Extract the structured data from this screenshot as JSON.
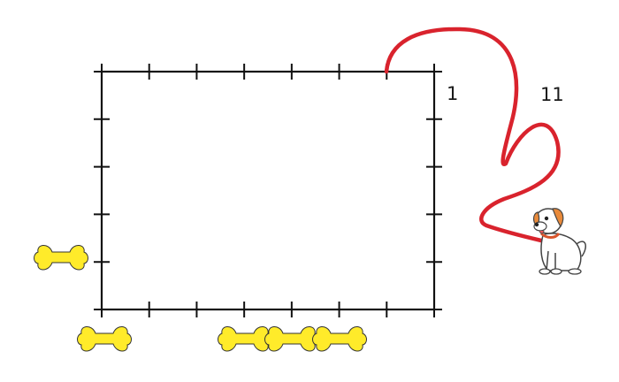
{
  "labels": {
    "corner_label": "1",
    "leash_label": "11"
  },
  "rectangle": {
    "ticks_per_long_side": 8,
    "ticks_per_short_side": 6
  },
  "bones": {
    "left_side_count": 1,
    "bottom_side_count": 4
  },
  "icons": {
    "bone": "dog-bone-icon",
    "dog": "dog-icon"
  },
  "colors": {
    "leash": "#d9232d",
    "bone_fill": "#ffeb2a",
    "outline": "#111111"
  }
}
